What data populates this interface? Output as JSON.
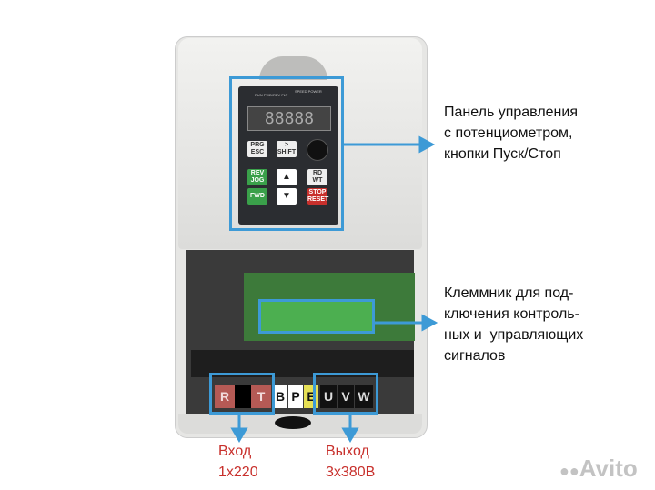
{
  "annotations": {
    "panel": "Панель управления\nс потенциометром,\nкнопки Пуск/Стоп",
    "terminal": "Клеммник для под-\nключения контроль-\nных и  управляющих\nсигналов",
    "input": "Вход\n1x220",
    "output": "Выход\n3x380В"
  },
  "keypad": {
    "indicators": "RUN FWD/REV FLT",
    "indicators2": "SPEED POWER",
    "display": "88888",
    "keys": [
      {
        "top": "PRG",
        "bottom": "ESC"
      },
      {
        "top": ">",
        "bottom": "SHIFT"
      },
      {
        "top": "REV",
        "bottom": "JOG"
      },
      {
        "top": "FWD",
        "bottom": ""
      },
      {
        "top": "▲",
        "bottom": ""
      },
      {
        "top": "▼",
        "bottom": ""
      },
      {
        "top": "RD",
        "bottom": "WT"
      },
      {
        "top": "STOP",
        "bottom": "RESET"
      }
    ]
  },
  "terminals": [
    "R",
    "",
    "T",
    "B",
    "P",
    "E",
    "U",
    "V",
    "W"
  ],
  "watermark": "Avito",
  "colors": {
    "highlight": "#3d9ad6",
    "label_red": "#c8302c",
    "green_key": "#3aa04a",
    "stop_key": "#c8302c"
  }
}
